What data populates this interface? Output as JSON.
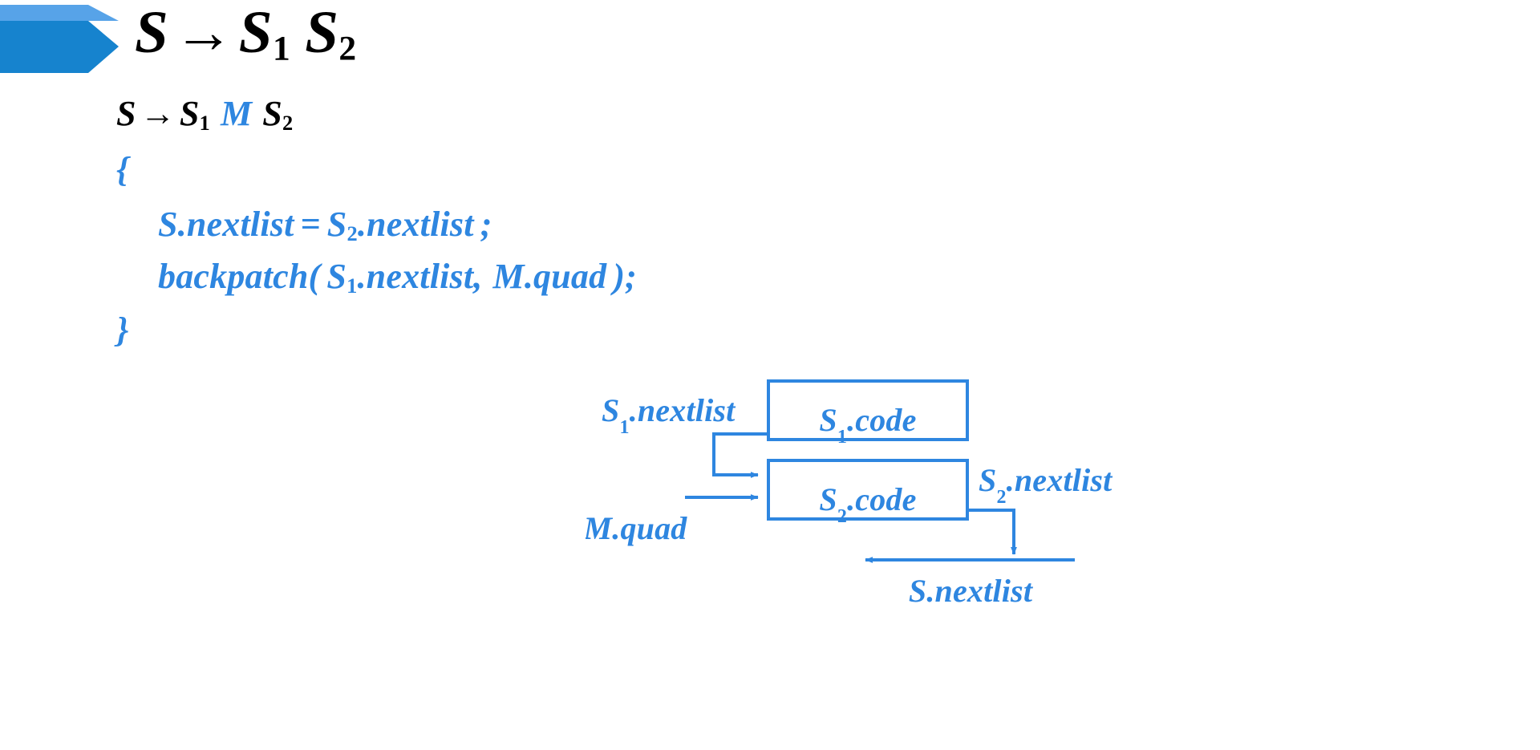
{
  "slide": {
    "background_color": "#FFFFFF",
    "accent_color": "#2E86E0",
    "accent_color_light": "#57A3E8",
    "text_color": "#000000"
  },
  "title": {
    "bullet_icon": "chevron-bullet-icon",
    "symbol": "S",
    "arrow": "→",
    "rhs_1": "S",
    "rhs_1_sub": "1",
    "rhs_2": "S",
    "rhs_2_sub": "2",
    "full_text": "S → S1 S2"
  },
  "body": {
    "production": {
      "lhs": "S",
      "arrow": "→",
      "sym1": "S",
      "sym1_sub": "1",
      "marker": "M",
      "sym2": "S",
      "sym2_sub": "2",
      "full_text": "S → S1 M S2"
    },
    "brace_open": "{",
    "brace_close": "}",
    "statements": [
      {
        "id": "stmt-nextlist-assign",
        "parts": [
          "S.nextlist",
          "=",
          "S",
          "2",
          ".nextlist",
          ";"
        ],
        "full_text": "S.nextlist = S2.nextlist ;"
      },
      {
        "id": "stmt-backpatch",
        "parts": [
          "backpatch(",
          "S",
          "1",
          ".nextlist,",
          "M.quad",
          ");"
        ],
        "full_text": "backpatch( S1.nextlist, M.quad );"
      }
    ]
  },
  "diagram": {
    "boxes": [
      {
        "id": "box-s1-code",
        "label_base": "S",
        "label_sub": "1",
        "label_tail": ".code",
        "full_text": "S1.code"
      },
      {
        "id": "box-s2-code",
        "label_base": "S",
        "label_sub": "2",
        "label_tail": ".code",
        "full_text": "S2.code"
      }
    ],
    "labels": [
      {
        "id": "label-s1-nextlist",
        "base": "S",
        "sub": "1",
        "tail": ".nextlist",
        "full_text": "S1.nextlist"
      },
      {
        "id": "label-m-quad",
        "base": "M",
        "sub": "",
        "tail": ".quad",
        "full_text": "M.quad"
      },
      {
        "id": "label-s2-nextlist",
        "base": "S",
        "sub": "2",
        "tail": ".nextlist",
        "full_text": "S2.nextlist"
      },
      {
        "id": "label-s-nextlist",
        "base": "S",
        "sub": "",
        "tail": ".nextlist",
        "full_text": "S.nextlist"
      }
    ]
  }
}
